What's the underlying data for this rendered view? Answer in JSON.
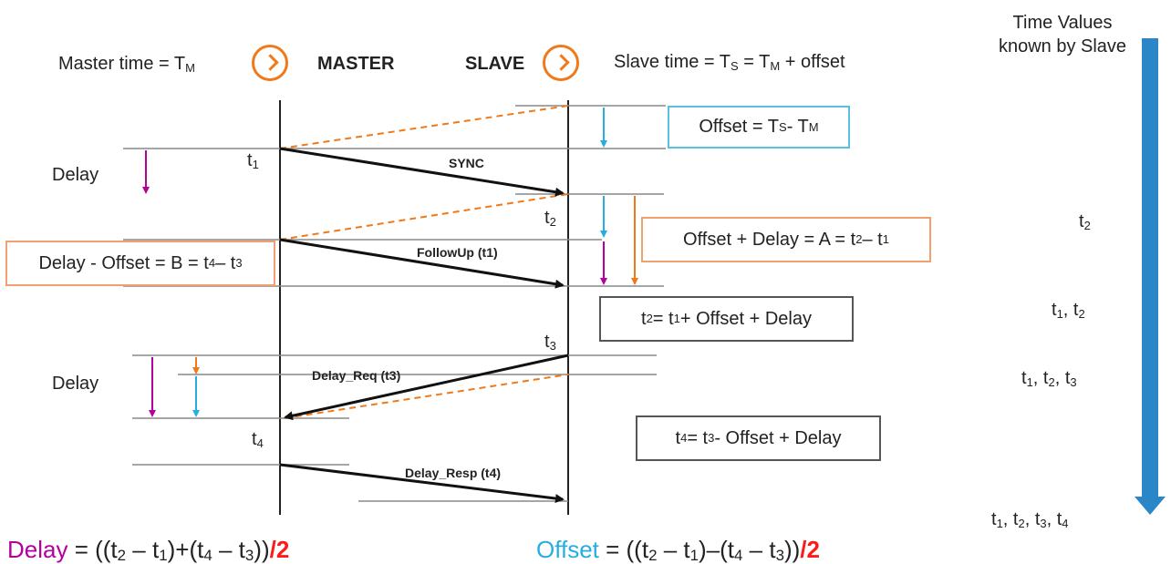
{
  "header": {
    "master_time": "Master time = T",
    "master_time_sub": "M",
    "master": "MASTER",
    "slave": "SLAVE",
    "slave_time_a": "Slave time = T",
    "slave_time_sub1": "S",
    "slave_time_b": " = T",
    "slave_time_sub2": "M",
    "slave_time_c": " + offset"
  },
  "sidebar": {
    "title_line1": "Time Values",
    "title_line2": "known by Slave"
  },
  "left_labels": {
    "delay_1": "Delay",
    "delay_2": "Delay"
  },
  "time_labels": {
    "t1": "t",
    "t1_sub": "1",
    "t2": "t",
    "t2_sub": "2",
    "t3": "t",
    "t3_sub": "3",
    "t4": "t",
    "t4_sub": "4"
  },
  "messages": {
    "sync": "SYNC",
    "followup": "FollowUp (t1)",
    "delay_req": "Delay_Req (t3)",
    "delay_resp": "Delay_Resp (t4)"
  },
  "boxes": {
    "offset": {
      "a": "Offset = T",
      "s1": "S",
      "b": " - T",
      "s2": "M",
      "color": "#5bc0de"
    },
    "offset_delay": {
      "a": "Offset + Delay = A = t",
      "s1": "2",
      "b": " – t",
      "s2": "1",
      "color": "#f0a070"
    },
    "delay_offset": {
      "a": "Delay - Offset = B = t",
      "s1": "4",
      "b": " – t",
      "s2": "3",
      "color": "#f0a070"
    },
    "t2_eq": {
      "a": "t",
      "s1": "2",
      "b": " = t",
      "s2": "1",
      "c": " + Offset + Delay",
      "color": "#555555"
    },
    "t4_eq": {
      "a": "t",
      "s1": "4",
      "b": " = t",
      "s2": "3",
      "c": " - Offset + Delay",
      "color": "#555555"
    }
  },
  "known_values": {
    "r1": {
      "a": "t",
      "s1": "2"
    },
    "r2": {
      "a": "t",
      "s1": "1",
      "b": ", t",
      "s2": "2"
    },
    "r3": {
      "a": "t",
      "s1": "1",
      "b": ", t",
      "s2": "2",
      "c": ", t",
      "s3": "3"
    },
    "r4": {
      "a": "t",
      "s1": "1",
      "b": ", t",
      "s2": "2",
      "c": ", t",
      "s3": "3",
      "d": ", t",
      "s4": "4"
    }
  },
  "formulas": {
    "delay": {
      "name": "Delay",
      "eq": " = ((t",
      "s1": "2",
      "p1": " – t",
      "s2": "1",
      "p2": ")+(t",
      "s3": "4",
      "p3": " – t",
      "s4": "3",
      "p4": "))",
      "div": "/2"
    },
    "offset": {
      "name": "Offset",
      "eq": " = ((t",
      "s1": "2",
      "p1": " – t",
      "s2": "1",
      "p2": ")–(t",
      "s3": "4",
      "p3": " – t",
      "s4": "3",
      "p4": "))",
      "div": "/2"
    }
  },
  "colors": {
    "orange": "#f07a1a",
    "magenta": "#b4009e",
    "cyan": "#27aee1",
    "arrow_blue": "#2a86c6",
    "red": "#ff1a1a"
  }
}
